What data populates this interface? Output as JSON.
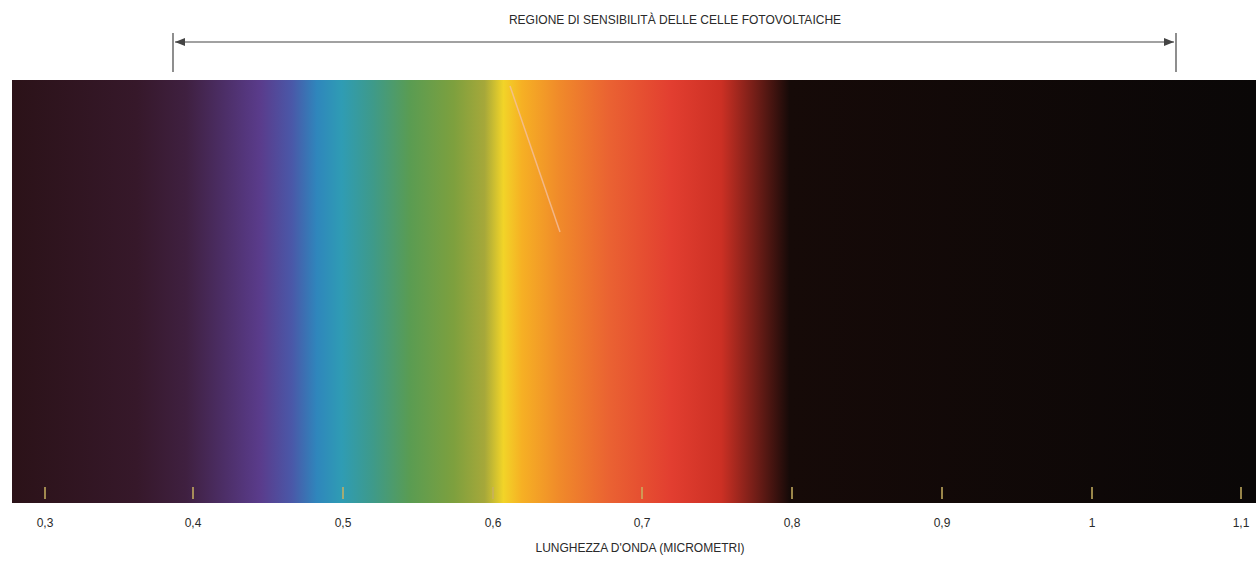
{
  "diagram": {
    "labels": [
      "REGIONE DI SENSIBILITÀ DELLE CELLE FOTOVOLTAICHE",
      "0,3",
      "0,4",
      "0,5",
      "0,6",
      "0,7",
      "0,8",
      "0,9",
      "1",
      "1,1",
      "LUNGHEZZA D'ONDA (MICROMETRI)"
    ]
  }
}
